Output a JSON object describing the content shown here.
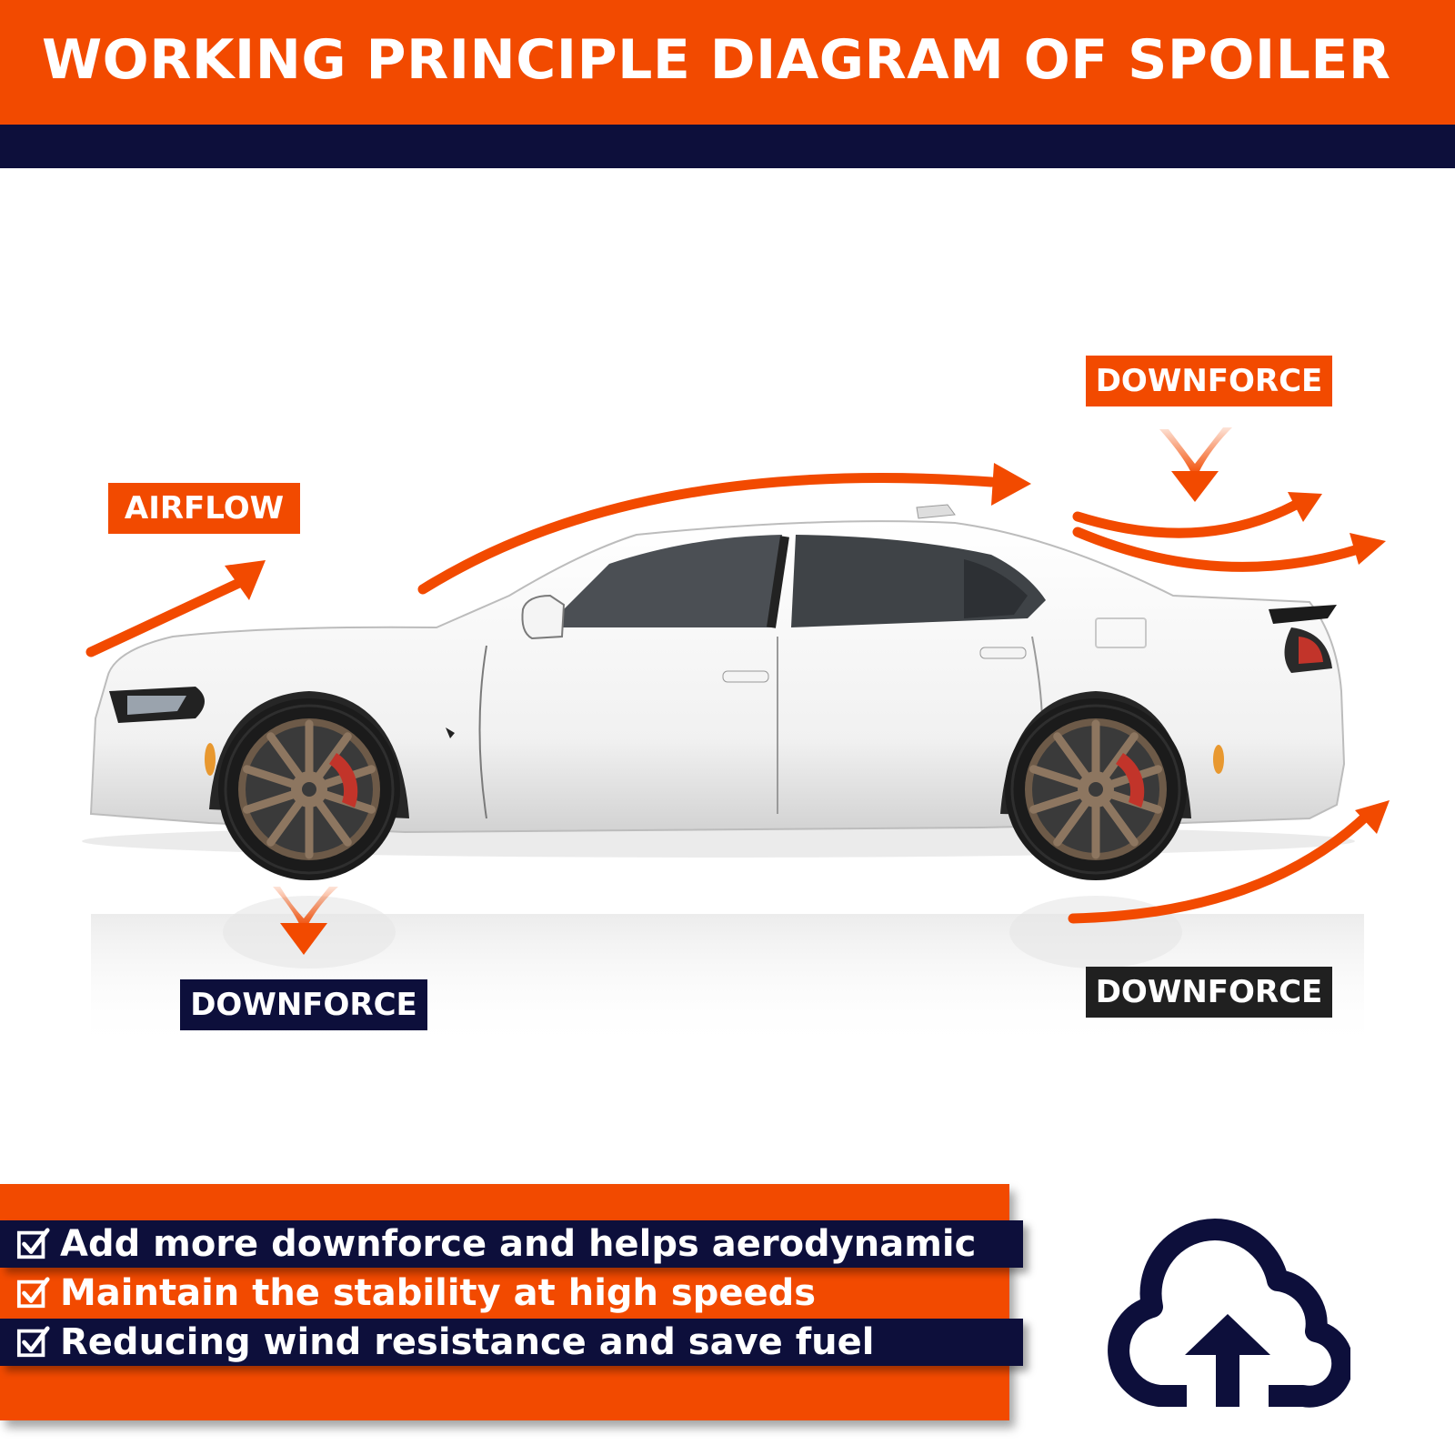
{
  "header": {
    "title": "WORKING PRINCIPLE DIAGRAM OF SPOILER"
  },
  "labels": {
    "airflow": "AIRFLOW",
    "downforce_top": "DOWNFORCE",
    "downforce_front": "DOWNFORCE",
    "downforce_rear": "DOWNFORCE"
  },
  "features": [
    {
      "text": "Add more downforce and helps aerodynamic",
      "icon": "checkbox-checked-icon"
    },
    {
      "text": "Maintain the stability at high speeds",
      "icon": "checkbox-checked-icon"
    },
    {
      "text": "Reducing wind resistance and save fuel",
      "icon": "checkbox-checked-icon"
    }
  ],
  "icons": {
    "badge": "cloud-upload-icon",
    "car": "car-side-view-icon"
  },
  "colors": {
    "accent": "#f24a00",
    "navy": "#0d0f3b",
    "dark": "#202020",
    "white": "#ffffff"
  }
}
